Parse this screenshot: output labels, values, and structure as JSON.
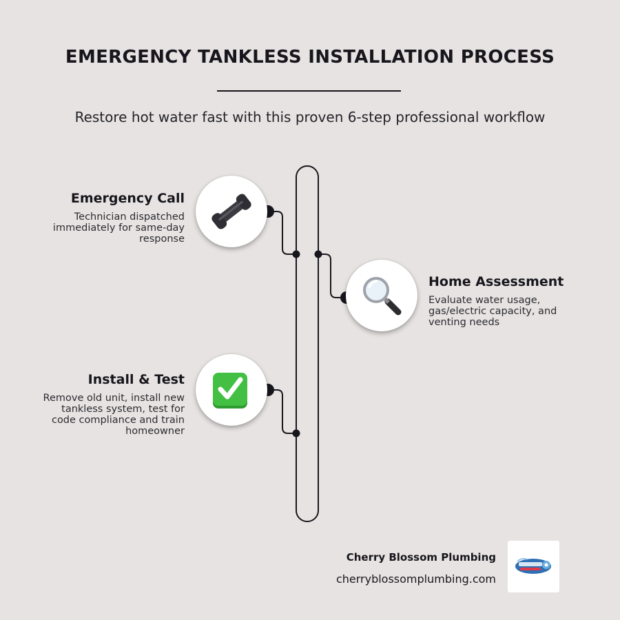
{
  "header": {
    "title": "EMERGENCY TANKLESS INSTALLATION PROCESS",
    "subtitle": "Restore hot water fast with this proven 6-step professional workflow"
  },
  "steps": [
    {
      "title": "Emergency Call",
      "description": "Technician dispatched immediately for same-day response",
      "icon": "telephone-icon",
      "side": "left"
    },
    {
      "title": "Home Assessment",
      "description": "Evaluate water usage, gas/electric capacity, and venting needs",
      "icon": "magnifying-glass-icon",
      "side": "right"
    },
    {
      "title": "Install & Test",
      "description": "Remove old unit, install new tankless system, test for code compliance and train homeowner",
      "icon": "check-mark-icon",
      "side": "left"
    }
  ],
  "footer": {
    "company": "Cherry Blossom Plumbing",
    "website": "cherryblossomplumbing.com",
    "logo_icon": "company-logo"
  },
  "colors": {
    "background": "#e7e3e2",
    "ink": "#16161c",
    "check_green": "#3cb83c"
  }
}
